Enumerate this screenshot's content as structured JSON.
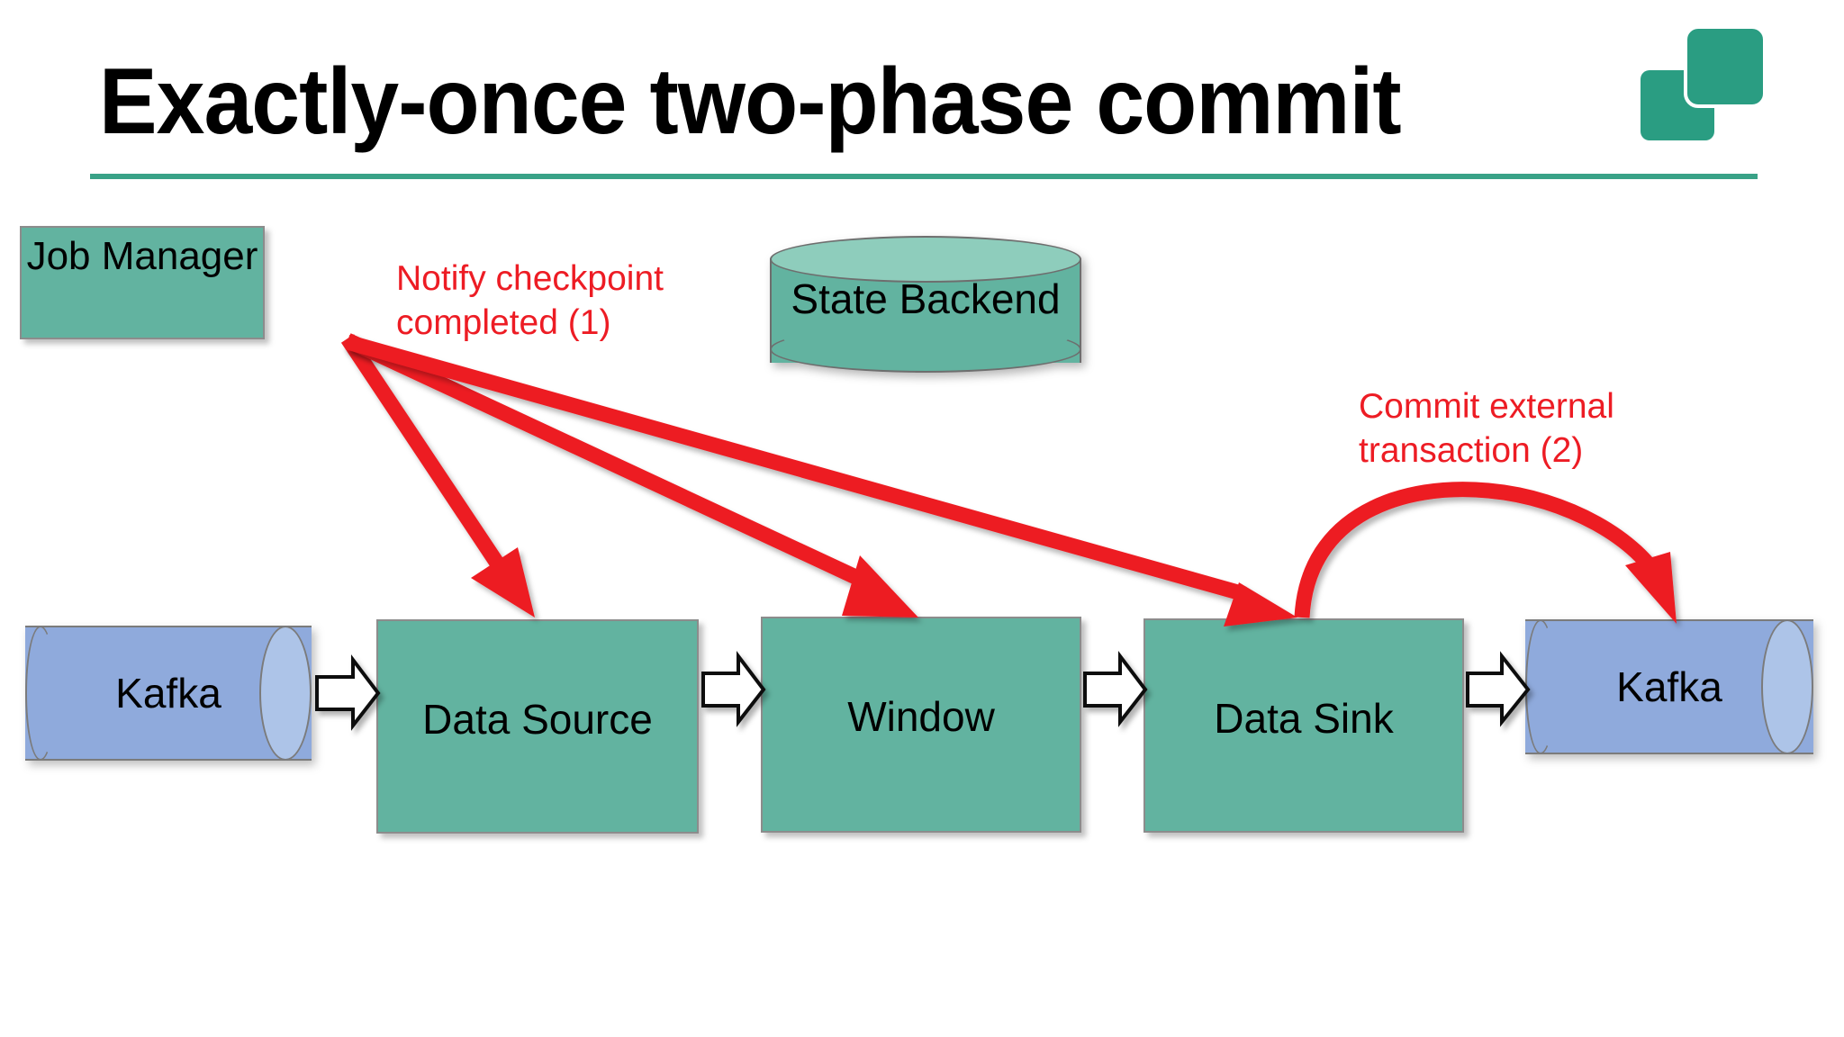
{
  "slide": {
    "title": "Exactly-once two-phase commit",
    "accent_color": "#39a287",
    "background_color": "#ffffff"
  },
  "logo": {
    "name": "two-squares-logo",
    "color": "#2a9d82"
  },
  "diagram": {
    "type": "flow-diagram",
    "node_fill_green": "#62b3a0",
    "node_fill_blue": "#8faadc",
    "annotation_color": "#ed1c24",
    "nodes": [
      {
        "id": "job-manager",
        "label": "Job\nManager",
        "shape": "rect",
        "color": "#62b3a0"
      },
      {
        "id": "state-backend",
        "label": "State\nBackend",
        "shape": "cylinder",
        "color": "#62b3a0"
      },
      {
        "id": "kafka-source",
        "label": "Kafka",
        "shape": "cylinder-h",
        "color": "#8faadc"
      },
      {
        "id": "data-source",
        "label": "Data Source",
        "shape": "rect",
        "color": "#62b3a0"
      },
      {
        "id": "window",
        "label": "Window",
        "shape": "rect",
        "color": "#62b3a0"
      },
      {
        "id": "data-sink",
        "label": "Data Sink",
        "shape": "rect",
        "color": "#62b3a0"
      },
      {
        "id": "kafka-sink",
        "label": "Kafka",
        "shape": "cylinder-h",
        "color": "#8faadc"
      }
    ],
    "pipeline_arrows": [
      {
        "from": "kafka-source",
        "to": "data-source",
        "style": "white-block-arrow"
      },
      {
        "from": "data-source",
        "to": "window",
        "style": "white-block-arrow"
      },
      {
        "from": "window",
        "to": "data-sink",
        "style": "white-block-arrow"
      },
      {
        "from": "data-sink",
        "to": "kafka-sink",
        "style": "white-block-arrow"
      }
    ],
    "annotations": [
      {
        "id": "notify-checkpoint",
        "label": "Notify checkpoint\ncompleted (1)",
        "step": 1,
        "color": "#ed1c24",
        "from": "job-manager",
        "to": [
          "data-source",
          "window",
          "data-sink"
        ]
      },
      {
        "id": "commit-external-transaction",
        "label": "Commit external\ntransaction (2)",
        "step": 2,
        "color": "#ed1c24",
        "from": "data-sink",
        "to": [
          "kafka-sink"
        ]
      }
    ]
  }
}
